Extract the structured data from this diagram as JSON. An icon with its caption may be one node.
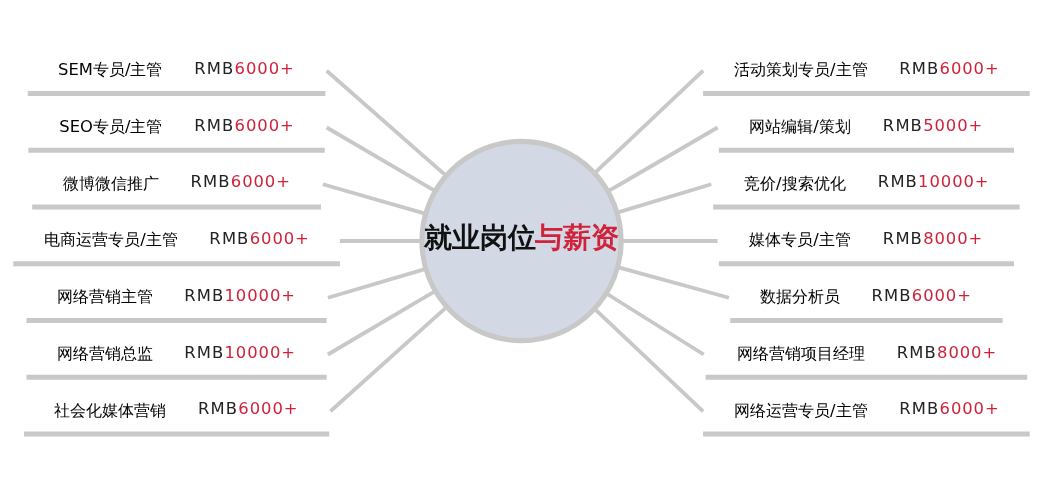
{
  "diagram": {
    "nodes": [
      {
        "text": [
          "就业岗位",
          "与薪资"
        ]
      },
      {
        "text": [
          "SEM专员/主管",
          "RMB6000+"
        ]
      },
      {
        "text": [
          "SEO专员/主管",
          "RMB6000+"
        ]
      },
      {
        "text": [
          "微博微信推广",
          "RMB6000+"
        ]
      },
      {
        "text": [
          "电商运营专员/主管",
          "RMB6000+"
        ]
      },
      {
        "text": [
          "网络营销主管",
          "RMB10000+"
        ]
      },
      {
        "text": [
          "网络营销总监",
          "RMB10000+"
        ]
      },
      {
        "text": [
          "社会化媒体营销",
          "RMB6000+"
        ]
      },
      {
        "text": [
          "活动策划专员/主管",
          "RMB6000+"
        ]
      },
      {
        "text": [
          "网站编辑/策划",
          "RMB5000+"
        ]
      },
      {
        "text": [
          "竞价/搜索优化",
          "RMB10000+"
        ]
      },
      {
        "text": [
          "媒体专员/主管",
          "RMB8000+"
        ]
      },
      {
        "text": [
          "数据分析员",
          "RMB6000+"
        ]
      },
      {
        "text": [
          "网络营销项目经理",
          "RMB8000+"
        ]
      },
      {
        "text": [
          "网络运营专员/主管",
          "RMB6000+"
        ]
      }
    ],
    "edges": [
      {
        "from": 0,
        "to": 1,
        "arrow": "none"
      },
      {
        "from": 0,
        "to": 2,
        "arrow": "none"
      },
      {
        "from": 0,
        "to": 3,
        "arrow": "none"
      },
      {
        "from": 0,
        "to": 4,
        "arrow": "none"
      },
      {
        "from": 0,
        "to": 5,
        "arrow": "none"
      },
      {
        "from": 0,
        "to": 6,
        "arrow": "none"
      },
      {
        "from": 0,
        "to": 7,
        "arrow": "none"
      },
      {
        "from": 0,
        "to": 8,
        "arrow": "none"
      },
      {
        "from": 0,
        "to": 9,
        "arrow": "none"
      },
      {
        "from": 0,
        "to": 10,
        "arrow": "none"
      },
      {
        "from": 0,
        "to": 11,
        "arrow": "none"
      },
      {
        "from": 0,
        "to": 12,
        "arrow": "none"
      },
      {
        "from": 0,
        "to": 13,
        "arrow": "none"
      },
      {
        "from": 0,
        "to": 14,
        "arrow": "none"
      }
    ]
  }
}
